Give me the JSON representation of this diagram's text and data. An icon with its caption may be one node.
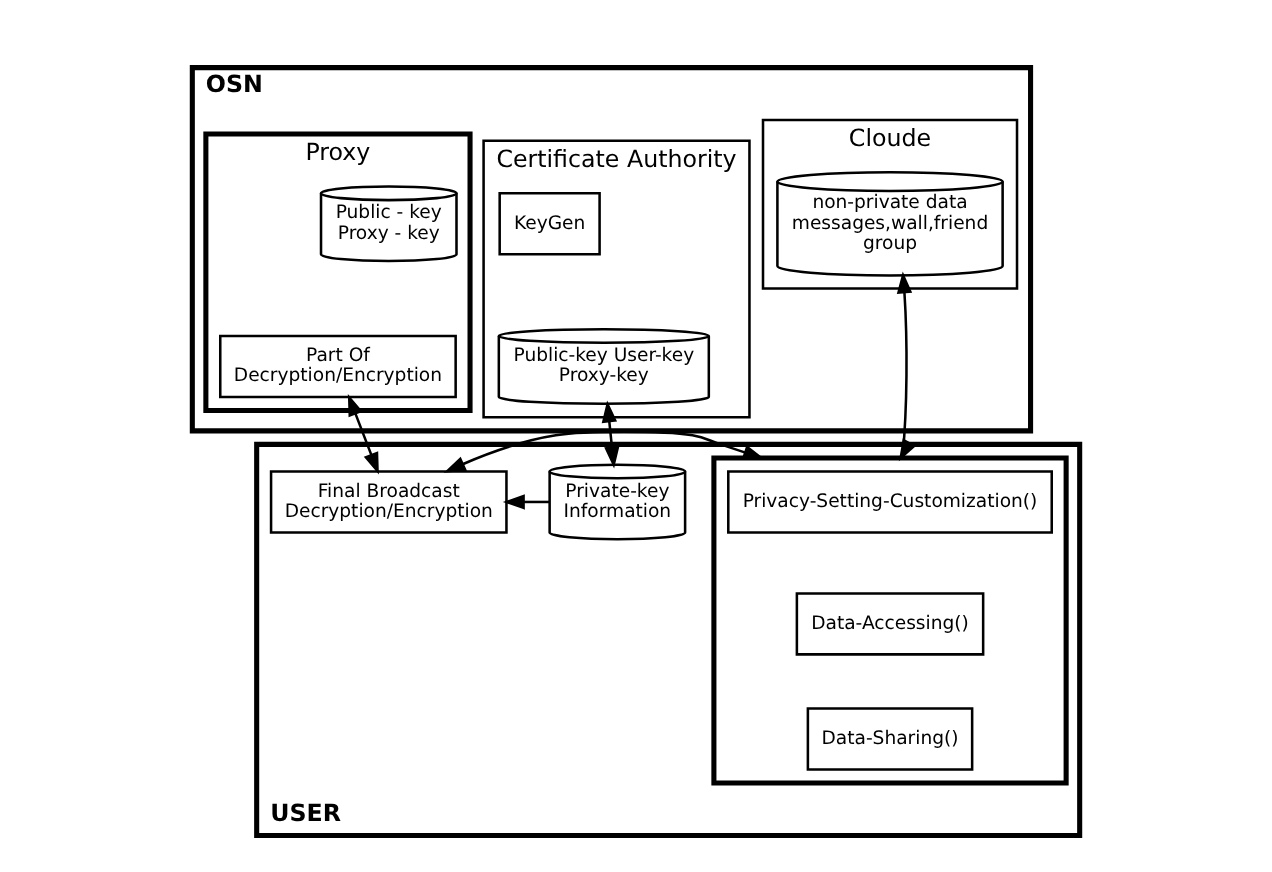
{
  "diagram": {
    "nodes": [
      {
        "text": [
          "OSN"
        ]
      },
      {
        "text": [
          "Certificate Authority"
        ],
        "in": 0
      },
      {
        "text": [
          "KeyGen"
        ],
        "in": 1
      },
      {
        "text": [
          "Public-key User-key Proxy-key"
        ],
        "in": 1
      },
      {
        "text": [
          "Proxy"
        ],
        "in": 0
      },
      {
        "text": [
          "Public - key Proxy - key"
        ],
        "in": 4
      },
      {
        "text": [
          "Part Of Decryption/Encryption"
        ],
        "in": 4
      },
      {
        "text": [
          "Cloude"
        ],
        "in": 0
      },
      {
        "text": [
          "non-private data messages,wall,friend group"
        ],
        "in": 7
      },
      {
        "text": [
          "USER"
        ]
      },
      {
        "text": [
          "Private-key Information"
        ],
        "in": 9
      },
      {
        "text": [
          "Final Broadcast Decryption/Encryption"
        ],
        "in": 9
      },
      {
        "text": [],
        "shape": "box",
        "in": 9
      },
      {
        "text": [
          "Privacy-Setting-Customization()"
        ],
        "in": 12
      },
      {
        "text": [
          "Data-Accessing()"
        ],
        "in": 12
      },
      {
        "text": [
          "Data-Sharing()"
        ],
        "in": 12
      }
    ],
    "edges": [
      {
        "from": 3,
        "to": 10,
        "arrow": "both"
      },
      {
        "from": 6,
        "to": 11,
        "arrow": "both"
      },
      {
        "from": 8,
        "to": 12,
        "arrow": "both"
      },
      {
        "from": 10,
        "to": 11,
        "arrow": "to"
      },
      {
        "from": 11,
        "to": 12,
        "arrow": "both"
      }
    ]
  }
}
